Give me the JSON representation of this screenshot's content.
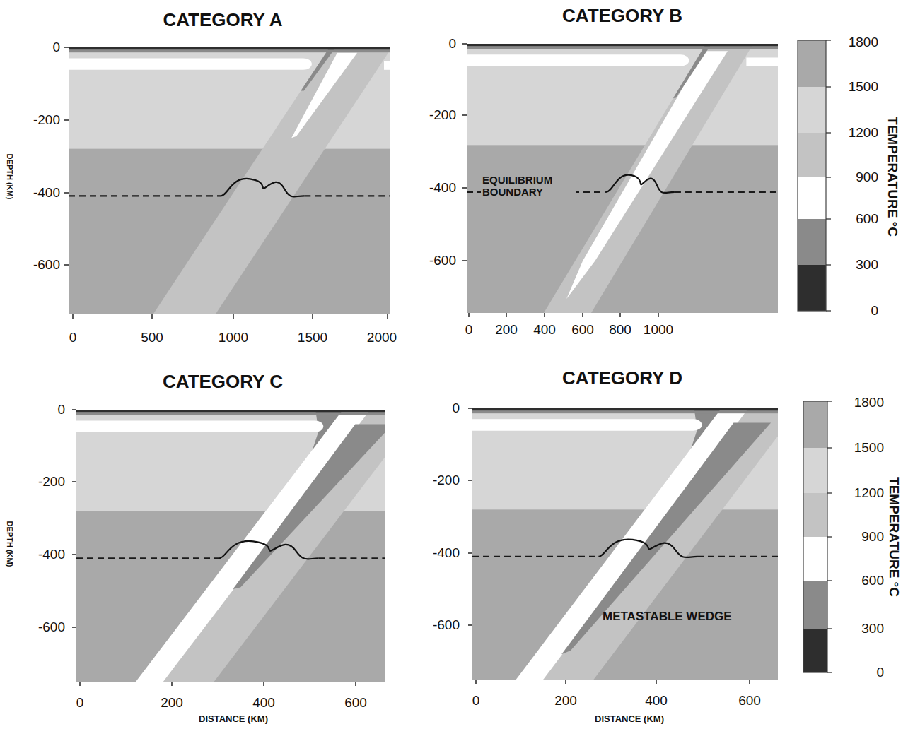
{
  "diagram": {
    "labels": [
      "CATEGORY A",
      "CATEGORY B",
      "CATEGORY C",
      "CATEGORY D",
      "0",
      "-200",
      "-400",
      "-600",
      "0",
      "500",
      "1000",
      "1500",
      "2000",
      "DEPTH (KM)",
      "0",
      "-200",
      "-400",
      "-600",
      "0",
      "200",
      "400",
      "600",
      "800",
      "1000",
      "EQUILIBRIUM BOUNDARY",
      "1800",
      "1500",
      "1200",
      "900",
      "600",
      "300",
      "0",
      "TEMPERATURE °C",
      "0",
      "-200",
      "-400",
      "-600",
      "0",
      "200",
      "400",
      "600",
      "DEPTH (KM)",
      "DISTANCE (KM)",
      "0",
      "-200",
      "-400",
      "-600",
      "0",
      "200",
      "400",
      "600",
      "METASTABLE WEDGE",
      "DISTANCE (KM)",
      "1800",
      "1500",
      "1200",
      "900",
      "600",
      "300",
      "0",
      "TEMPERATURE °C"
    ]
  }
}
